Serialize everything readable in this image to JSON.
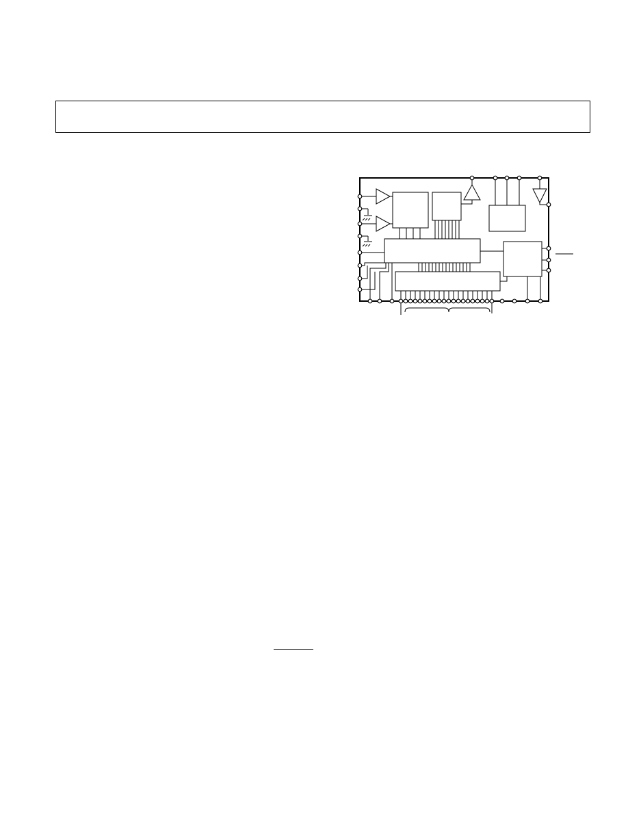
{
  "header": {
    "title": ""
  },
  "diagram": {
    "blocks": [
      {
        "id": "adc-block",
        "label": ""
      },
      {
        "id": "mux-block",
        "label": ""
      },
      {
        "id": "ref-block",
        "label": ""
      },
      {
        "id": "control-logic-block",
        "label": ""
      },
      {
        "id": "output-register-block",
        "label": ""
      },
      {
        "id": "interface-block",
        "label": ""
      }
    ],
    "bus_label": "",
    "side_label": ""
  },
  "footer": {
    "overlined_text": ""
  }
}
